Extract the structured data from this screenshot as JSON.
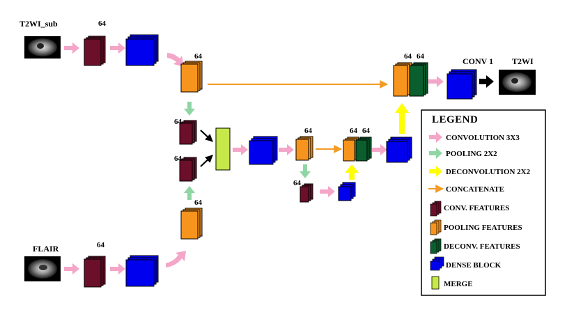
{
  "inputs": {
    "t2wi_sub_label": "T2WI_sub",
    "flair_label": "FLAIR",
    "output_label": "T2WI",
    "conv1_label": "CONV 1"
  },
  "channel_label": "64",
  "legend": {
    "title": "LEGEND",
    "items": [
      {
        "icon": "pink-arrow-icon",
        "label": "CONVOLUTION 3X3"
      },
      {
        "icon": "green-arrow-icon",
        "label": "POOLING 2X2"
      },
      {
        "icon": "yellow-arrow-icon",
        "label": "DECONVOLUTION 2X2"
      },
      {
        "icon": "orange-line-arrow-icon",
        "label": "CONCATENATE"
      },
      {
        "icon": "conv-block-icon",
        "label": "CONV. FEATURES"
      },
      {
        "icon": "pool-block-icon",
        "label": "POOLING FEATURES"
      },
      {
        "icon": "deconv-block-icon",
        "label": "DECONV. FEATURES"
      },
      {
        "icon": "dense-block-icon",
        "label": "DENSE BLOCK"
      },
      {
        "icon": "merge-block-icon",
        "label": "MERGE"
      }
    ]
  },
  "colors": {
    "conv": "#6b0f2a",
    "pooling": "#f7941d",
    "deconv": "#0b5e2e",
    "dense": "#0000ee",
    "merge": "#c6e84a",
    "conv_arrow": "#f4a6c8",
    "pool_arrow": "#8fd6a4",
    "deconv_arrow": "#ffff00",
    "concat_arrow": "#f39c26"
  }
}
